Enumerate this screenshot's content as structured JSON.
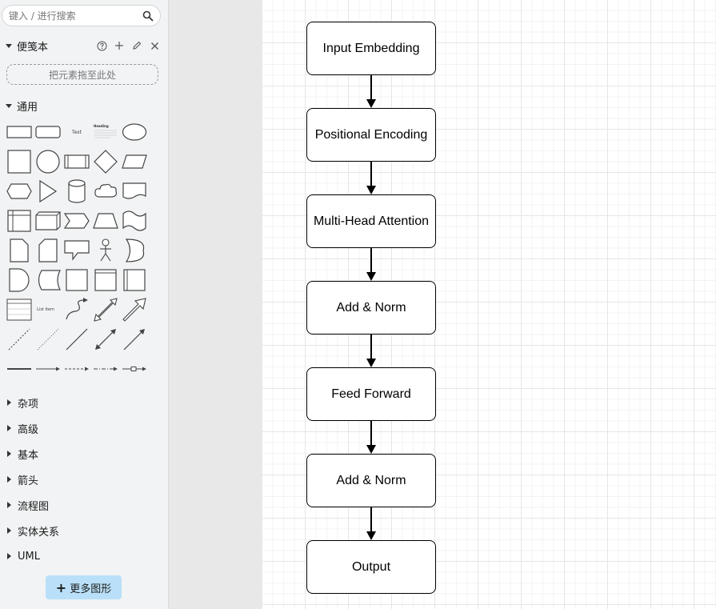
{
  "sidebar": {
    "search": {
      "placeholder": "键入 / 进行搜索",
      "value": ""
    },
    "scratchpad": {
      "title": "便笺本",
      "dropzone": "把元素拖至此处"
    },
    "general": {
      "title": "通用"
    },
    "shape_text": {
      "text": "Text",
      "heading": "Heading",
      "list_item": "List Item"
    },
    "collapsed_sections": [
      "杂项",
      "高级",
      "基本",
      "箭头",
      "流程图",
      "实体关系",
      "UML"
    ],
    "more_shapes": "更多图形"
  },
  "diagram": {
    "nodes": [
      "Input Embedding",
      "Positional Encoding",
      "Multi-Head Attention",
      "Add & Norm",
      "Feed Forward",
      "Add & Norm",
      "Output"
    ]
  }
}
